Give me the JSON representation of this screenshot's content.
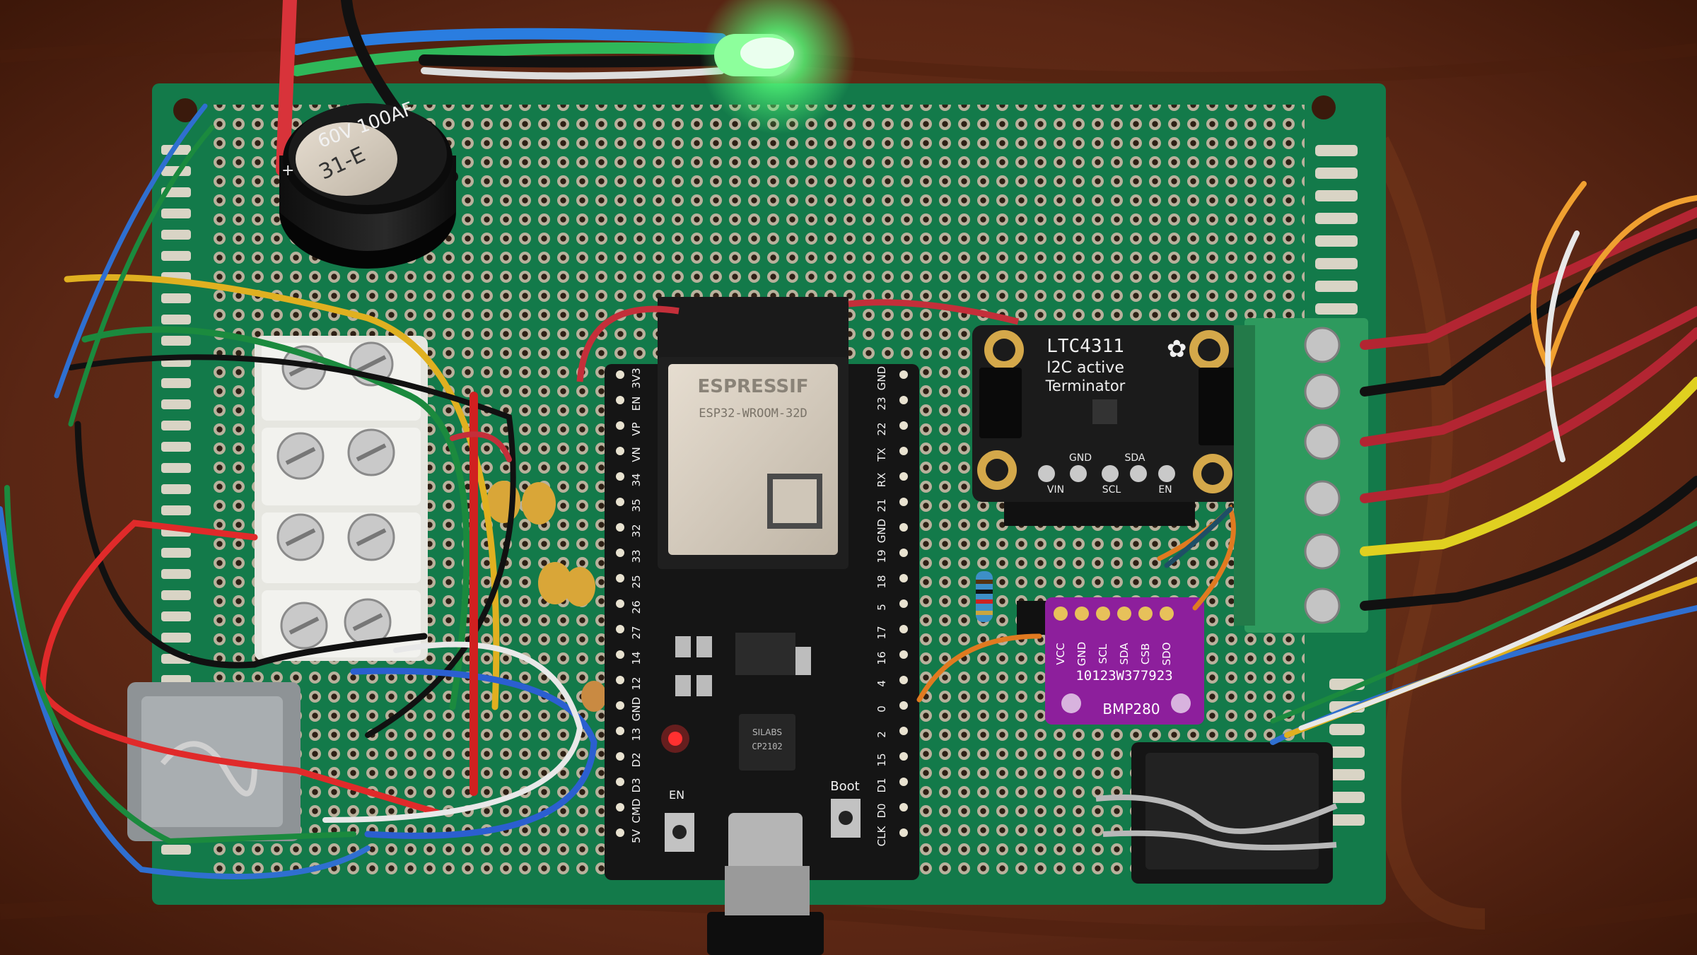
{
  "capacitor": {
    "rating": "60V 100AF",
    "code": "31-E",
    "polarity": "+"
  },
  "esp32": {
    "brand": "ESPRESSIF",
    "module": "ESP32-WROOM-32D",
    "usb_chip_brand": "SILABS",
    "usb_chip_part": "CP2102",
    "boot_label": "Boot",
    "en_label": "EN",
    "left_pins": [
      "3V3",
      "EN",
      "VP",
      "VN",
      "34",
      "35",
      "32",
      "33",
      "25",
      "26",
      "27",
      "14",
      "12",
      "GND",
      "13",
      "D2",
      "D3",
      "CMD",
      "5V"
    ],
    "right_pins": [
      "GND",
      "23",
      "22",
      "TX",
      "RX",
      "21",
      "GND",
      "19",
      "18",
      "5",
      "17",
      "16",
      "4",
      "0",
      "2",
      "15",
      "D1",
      "D0",
      "CLK"
    ]
  },
  "ltc4311": {
    "title_line1": "LTC4311",
    "title_line2": "I2C active",
    "title_line3": "Terminator",
    "pins": [
      "VIN",
      "GND",
      "SCL",
      "SDA",
      "EN"
    ]
  },
  "bmp280": {
    "pins": [
      "VCC",
      "GND",
      "SCL",
      "SDA",
      "CSB",
      "SDO"
    ],
    "code": "10123W377923",
    "name": "BMP280"
  },
  "colors": {
    "pcb": "#137a4a",
    "esp32_board": "#151515",
    "ltc4311_board": "#1b1b1b",
    "bmp280_board": "#8d1f9c",
    "terminal_block": "#2e9a5e",
    "led_glow": "#55ff7a",
    "table_wood": "#6a2e17"
  }
}
